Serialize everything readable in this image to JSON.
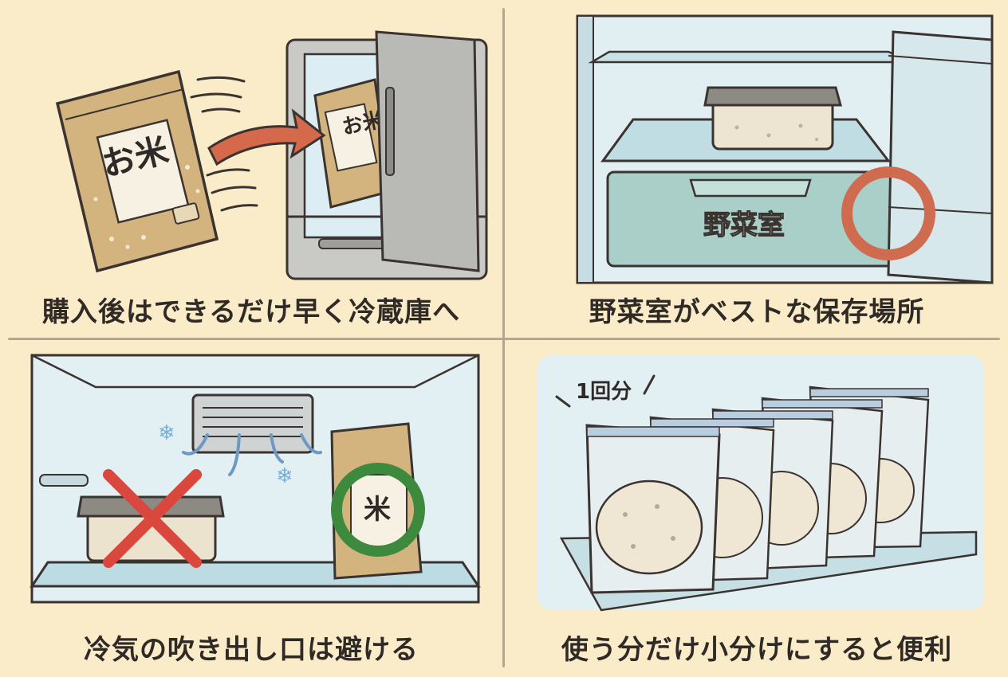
{
  "panels": [
    {
      "caption": "購入後はできるだけ早く冷蔵庫へ",
      "bag_label": "お米",
      "bag_label_small": "お米"
    },
    {
      "caption": "野菜室がベストな保存場所",
      "drawer_label": "野菜室"
    },
    {
      "caption": "冷気の吹き出し口は避ける",
      "bag_label": "米"
    },
    {
      "caption": "使う分だけ小分けにすると便利",
      "portion_label": "1回分"
    }
  ],
  "colors": {
    "background": "#fbecc9",
    "line": "#3a3330",
    "arrow": "#d46a4b",
    "circle_good": "#cf6b4e",
    "circle_ok": "#3d8a3f",
    "cross": "#d9473d",
    "drawer": "#a9cfc8",
    "fridge_interior": "#dfeef2"
  }
}
